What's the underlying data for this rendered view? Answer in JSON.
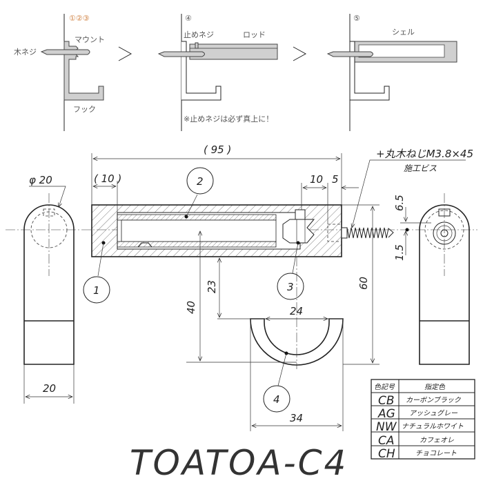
{
  "assembly_steps": {
    "step1_label": "①②③",
    "step2_label": "④",
    "step3_label": "⑤",
    "wood_screw": "木ネジ",
    "mount": "マウント",
    "hook": "フック",
    "set_screw": "止めネジ",
    "rod": "ロッド",
    "shell": "シェル",
    "note": "※止めネジは必ず真上に！",
    "arrow": "→"
  },
  "drawing": {
    "dim_overall": "( 95 )",
    "dim_10_paren": "( 10 )",
    "dim_10": "10",
    "dim_5": "5",
    "dim_phi20": "φ 20",
    "dim_20": "20",
    "dim_40": "40",
    "dim_23": "23",
    "dim_24": "24",
    "dim_34": "34",
    "dim_60": "60",
    "dim_6_5": "6.5",
    "dim_1_5": "1.5",
    "screw_spec": "+丸木ねじM3.8×45",
    "screw_note": "施工ビス",
    "part_1": "1",
    "part_2": "2",
    "part_3": "3",
    "part_4": "4"
  },
  "color_table": {
    "headers": [
      "色記号",
      "指定色"
    ],
    "rows": [
      {
        "code": "CB",
        "name": "カーボンブラック"
      },
      {
        "code": "AG",
        "name": "アッシュグレー"
      },
      {
        "code": "NW",
        "name": "ナチュラルホワイト"
      },
      {
        "code": "CA",
        "name": "カフェオレ"
      },
      {
        "code": "CH",
        "name": "チョコレート"
      }
    ]
  },
  "title": "TOATOA-C4"
}
